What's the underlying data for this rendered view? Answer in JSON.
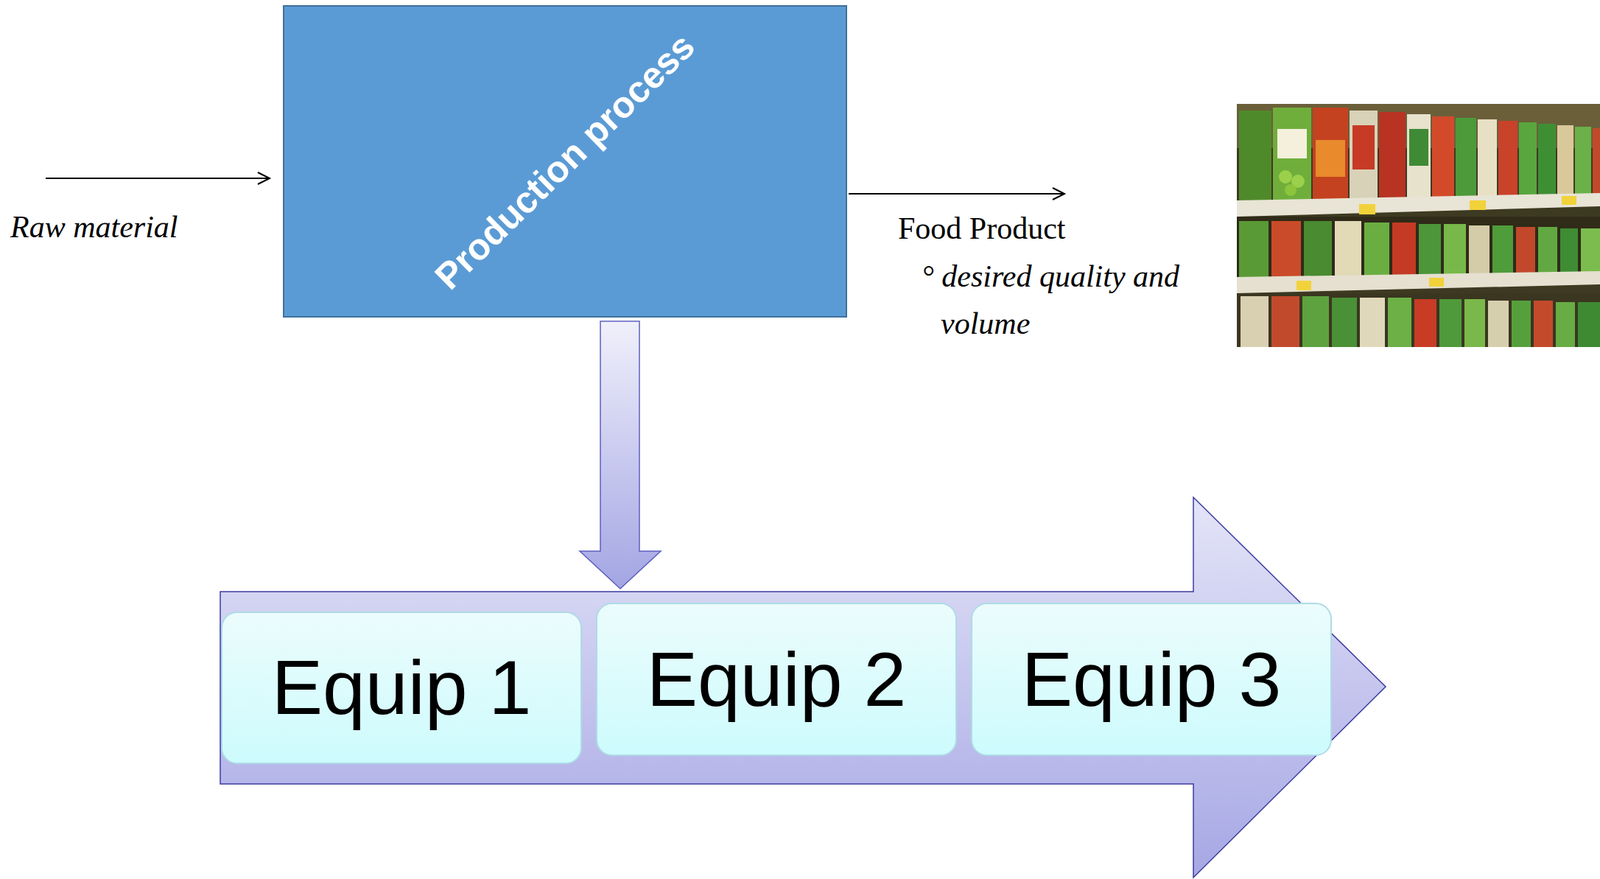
{
  "diagram": {
    "nodes": [
      {
        "text": [
          "Production process"
        ]
      },
      {
        "text": [
          "Equip 1"
        ]
      },
      {
        "text": [
          "Equip 2"
        ]
      },
      {
        "text": [
          "Equip 3"
        ]
      }
    ],
    "labels": [
      "Raw material",
      "Food Product",
      "° desired quality and volume"
    ]
  }
}
